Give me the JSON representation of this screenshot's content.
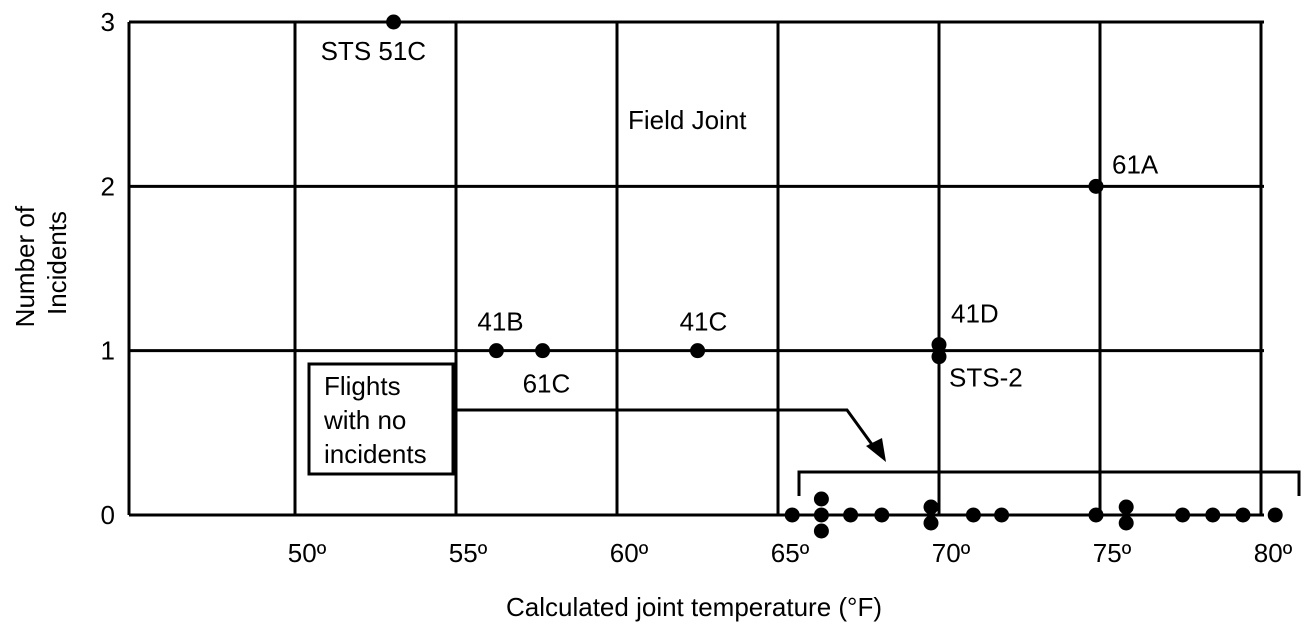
{
  "chart_data": {
    "type": "scatter",
    "title": "Field Joint",
    "xlabel": "Calculated joint temperature (°F)",
    "ylabel": "Number of Incidents",
    "xlim": [
      45,
      81
    ],
    "ylim": [
      0,
      3
    ],
    "x_ticks": [
      50,
      55,
      60,
      65,
      70,
      75,
      80
    ],
    "x_tick_labels": [
      "50º",
      "55º",
      "60º",
      "65º",
      "70º",
      "75º",
      "80º"
    ],
    "y_ticks": [
      0,
      1,
      2,
      3
    ],
    "y_tick_labels": [
      "0",
      "1",
      "2",
      "3"
    ],
    "grid": true,
    "points_with_incidents": [
      {
        "label": "STS 51C",
        "x": 53,
        "y": 3
      },
      {
        "label": "61A",
        "x": 75,
        "y": 2
      },
      {
        "label": "41B",
        "x": 57,
        "y": 1
      },
      {
        "label": "61C",
        "x": 58,
        "y": 1
      },
      {
        "label": "41C",
        "x": 63,
        "y": 1
      },
      {
        "label": "41D",
        "x": 70,
        "y": 1
      },
      {
        "label": "STS-2",
        "x": 70,
        "y": 1
      }
    ],
    "points_no_incidents": [
      {
        "x": 66,
        "y": 0
      },
      {
        "x": 67,
        "y": 0
      },
      {
        "x": 67,
        "y": 0
      },
      {
        "x": 67,
        "y": 0
      },
      {
        "x": 68,
        "y": 0
      },
      {
        "x": 69,
        "y": 0
      },
      {
        "x": 70,
        "y": 0
      },
      {
        "x": 70,
        "y": 0
      },
      {
        "x": 72,
        "y": 0
      },
      {
        "x": 73,
        "y": 0
      },
      {
        "x": 75,
        "y": 0
      },
      {
        "x": 76,
        "y": 0
      },
      {
        "x": 76,
        "y": 0
      },
      {
        "x": 78,
        "y": 0
      },
      {
        "x": 79,
        "y": 0
      },
      {
        "x": 80,
        "y": 0
      },
      {
        "x": 81,
        "y": 0
      }
    ],
    "annotation": "Flights with no incidents"
  }
}
